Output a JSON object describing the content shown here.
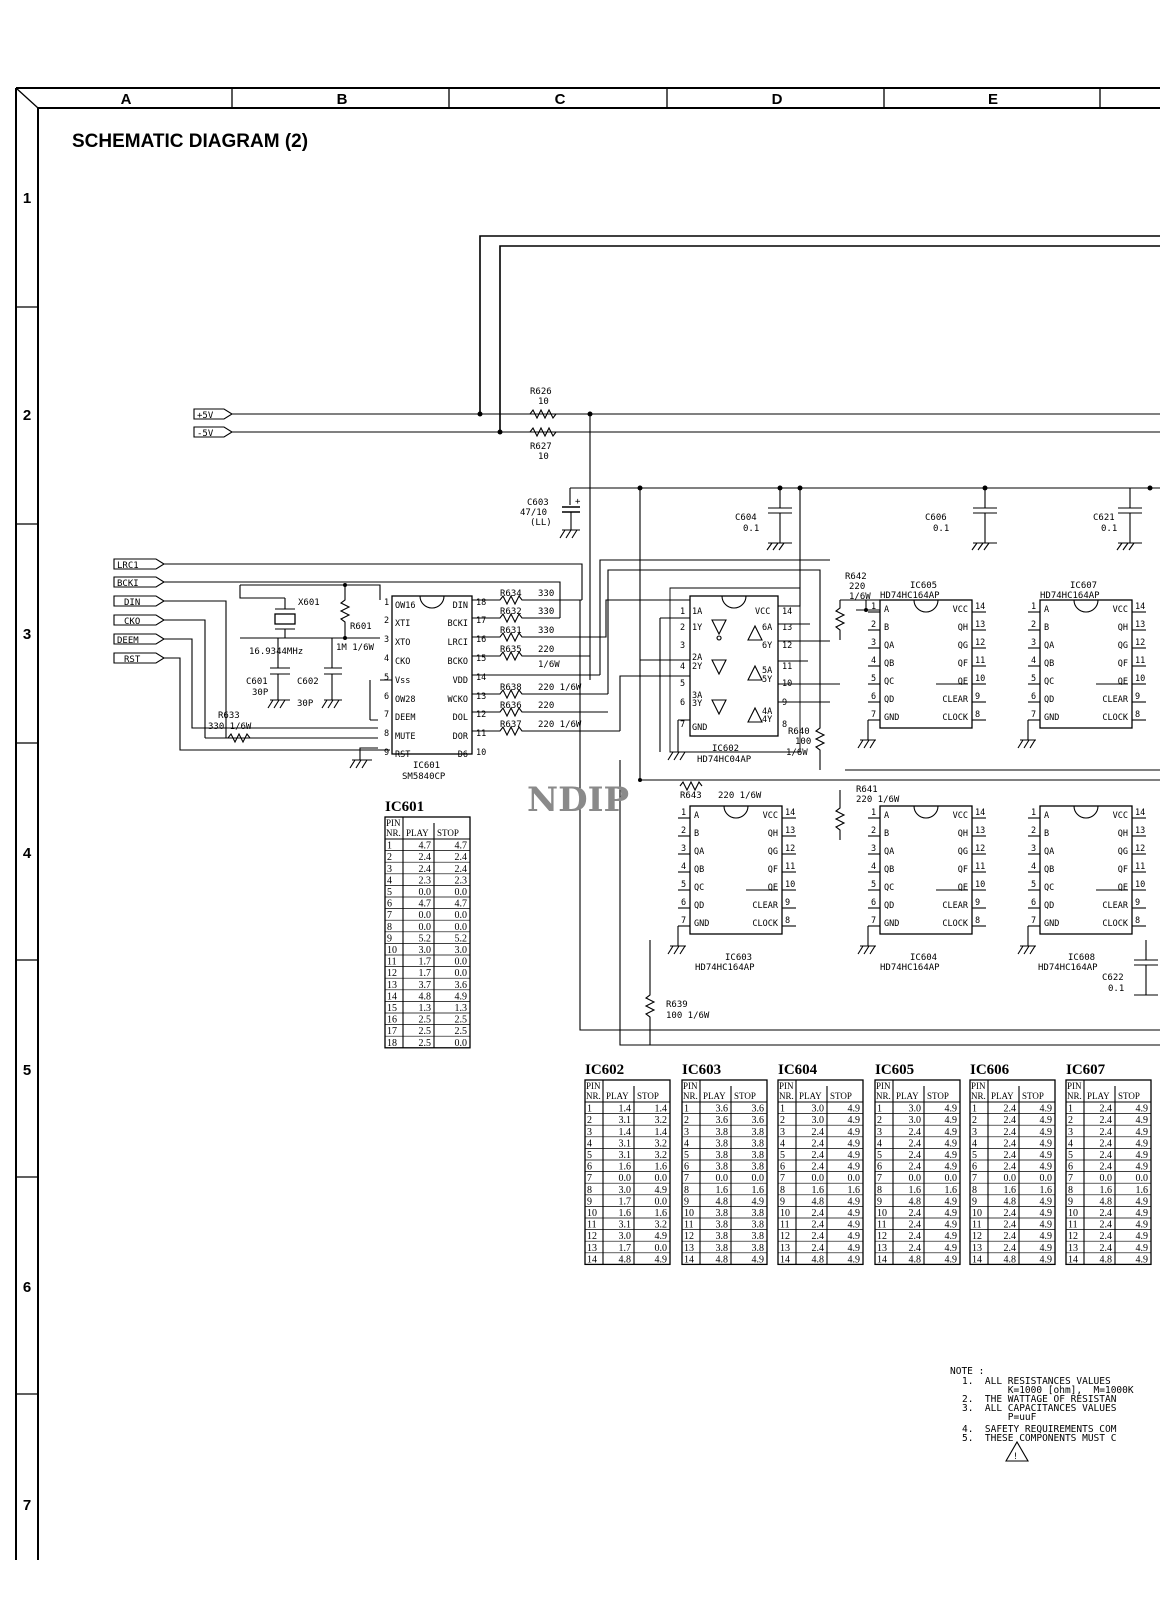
{
  "page": {
    "title": "SCHEMATIC DIAGRAM (2)",
    "watermark": "NDIP",
    "columns": [
      "A",
      "B",
      "C",
      "D",
      "E"
    ],
    "rows": [
      "1",
      "2",
      "3",
      "4",
      "5",
      "6",
      "7"
    ]
  },
  "power": {
    "p5v": "+5V",
    "m5v": "-5V"
  },
  "inputs": [
    "LRC1",
    "BCKI",
    "DIN",
    "CKO",
    "DEEM",
    "RST"
  ],
  "parts": {
    "r626": {
      "ref": "R626",
      "val": "10"
    },
    "r627": {
      "ref": "R627",
      "val": "10"
    },
    "c603": {
      "ref": "C603",
      "val": "47/10",
      "note": "(LL)"
    },
    "c604": {
      "ref": "C604",
      "val": "0.1"
    },
    "c606": {
      "ref": "C606",
      "val": "0.1"
    },
    "c621": {
      "ref": "C621",
      "val": "0.1"
    },
    "c622": {
      "ref": "C622",
      "val": "0.1"
    },
    "x601": {
      "ref": "X601",
      "freq": "16.9344MHz"
    },
    "r601": {
      "ref": "R601",
      "val": "1M 1/6W"
    },
    "c601": {
      "ref": "C601",
      "val": "30P"
    },
    "c602": {
      "ref": "C602",
      "val": "30P"
    },
    "r633": {
      "ref": "R633",
      "val": "330 1/6W"
    },
    "r634": {
      "ref": "R634",
      "val": "330"
    },
    "r632": {
      "ref": "R632",
      "val": "330"
    },
    "r631": {
      "ref": "R631",
      "val": "330"
    },
    "r635": {
      "ref": "R635",
      "val": "220",
      "watt": "1/6W"
    },
    "r638": {
      "ref": "R638",
      "val": "220 1/6W"
    },
    "r636": {
      "ref": "R636",
      "val": "220"
    },
    "r637": {
      "ref": "R637",
      "val": "220 1/6W"
    },
    "r642": {
      "ref": "R642",
      "val": "220",
      "watt": "1/6W"
    },
    "r640": {
      "ref": "R640",
      "val": "100",
      "watt": "1/6W"
    },
    "r643": {
      "ref": "R643",
      "val": "220 1/6W"
    },
    "r641": {
      "ref": "R641",
      "val": "220 1/6W"
    },
    "r639": {
      "ref": "R639",
      "val": "100 1/6W"
    }
  },
  "ics": {
    "ic601": {
      "ref": "IC601",
      "part": "SM5840CP",
      "left": [
        "OW16",
        "XTI",
        "XTO",
        "CKO",
        "Vss",
        "OW28",
        "DEEM",
        "MUTE",
        "RST"
      ],
      "right": [
        "DIN",
        "BCKI",
        "LRCI",
        "BCKO",
        "VDD",
        "WCKO",
        "DOL",
        "DOR",
        "D6"
      ]
    },
    "ic602": {
      "ref": "IC602",
      "part": "HD74HC04AP",
      "pins": [
        "1A",
        "1Y",
        "2A",
        "2Y",
        "3A",
        "3Y",
        "GND",
        "VCC",
        "6A",
        "6Y",
        "5A",
        "5Y",
        "4A",
        "4Y"
      ]
    },
    "ic603": {
      "ref": "IC603",
      "part": "HD74HC164AP"
    },
    "ic604": {
      "ref": "IC604",
      "part": "HD74HC164AP"
    },
    "ic605": {
      "ref": "IC605",
      "part": "HD74HC164AP"
    },
    "ic606": {
      "ref": "IC606",
      "part": "HD74HC164AP"
    },
    "ic607": {
      "ref": "IC607",
      "part": "HD74HC164AP"
    },
    "ic608": {
      "ref": "IC608",
      "part": "HD74HC164AP"
    },
    "sr_left": [
      "A",
      "B",
      "QA",
      "QB",
      "QC",
      "QD",
      "GND"
    ],
    "sr_right": [
      "VCC",
      "QH",
      "QG",
      "QF",
      "QE",
      "CLEAR",
      "CLOCK"
    ]
  },
  "voltage_tables": {
    "hdr": {
      "pin": "PIN",
      "nr": "NR.",
      "play": "PLAY",
      "stop": "STOP"
    },
    "ic601": {
      "title": "IC601",
      "rows": [
        [
          "1",
          "4.7",
          "4.7"
        ],
        [
          "2",
          "2.4",
          "2.4"
        ],
        [
          "3",
          "2.4",
          "2.4"
        ],
        [
          "4",
          "2.3",
          "2.3"
        ],
        [
          "5",
          "0.0",
          "0.0"
        ],
        [
          "6",
          "4.7",
          "4.7"
        ],
        [
          "7",
          "0.0",
          "0.0"
        ],
        [
          "8",
          "0.0",
          "0.0"
        ],
        [
          "9",
          "5.2",
          "5.2"
        ],
        [
          "10",
          "3.0",
          "3.0"
        ],
        [
          "11",
          "1.7",
          "0.0"
        ],
        [
          "12",
          "1.7",
          "0.0"
        ],
        [
          "13",
          "3.7",
          "3.6"
        ],
        [
          "14",
          "4.8",
          "4.9"
        ],
        [
          "15",
          "1.3",
          "1.3"
        ],
        [
          "16",
          "2.5",
          "2.5"
        ],
        [
          "17",
          "2.5",
          "2.5"
        ],
        [
          "18",
          "2.5",
          "0.0"
        ]
      ]
    },
    "ic602": {
      "title": "IC602",
      "rows": [
        [
          "1",
          "1.4",
          "1.4"
        ],
        [
          "2",
          "3.1",
          "3.2"
        ],
        [
          "3",
          "1.4",
          "1.4"
        ],
        [
          "4",
          "3.1",
          "3.2"
        ],
        [
          "5",
          "3.1",
          "3.2"
        ],
        [
          "6",
          "1.6",
          "1.6"
        ],
        [
          "7",
          "0.0",
          "0.0"
        ],
        [
          "8",
          "3.0",
          "4.9"
        ],
        [
          "9",
          "1.7",
          "0.0"
        ],
        [
          "10",
          "1.6",
          "1.6"
        ],
        [
          "11",
          "3.1",
          "3.2"
        ],
        [
          "12",
          "3.0",
          "4.9"
        ],
        [
          "13",
          "1.7",
          "0.0"
        ],
        [
          "14",
          "4.8",
          "4.9"
        ]
      ]
    },
    "ic603": {
      "title": "IC603",
      "rows": [
        [
          "1",
          "3.6",
          "3.6"
        ],
        [
          "2",
          "3.6",
          "3.6"
        ],
        [
          "3",
          "3.8",
          "3.8"
        ],
        [
          "4",
          "3.8",
          "3.8"
        ],
        [
          "5",
          "3.8",
          "3.8"
        ],
        [
          "6",
          "3.8",
          "3.8"
        ],
        [
          "7",
          "0.0",
          "0.0"
        ],
        [
          "8",
          "1.6",
          "1.6"
        ],
        [
          "9",
          "4.8",
          "4.9"
        ],
        [
          "10",
          "3.8",
          "3.8"
        ],
        [
          "11",
          "3.8",
          "3.8"
        ],
        [
          "12",
          "3.8",
          "3.8"
        ],
        [
          "13",
          "3.8",
          "3.8"
        ],
        [
          "14",
          "4.8",
          "4.9"
        ]
      ]
    },
    "ic604": {
      "title": "IC604",
      "rows": [
        [
          "1",
          "3.0",
          "4.9"
        ],
        [
          "2",
          "3.0",
          "4.9"
        ],
        [
          "3",
          "2.4",
          "4.9"
        ],
        [
          "4",
          "2.4",
          "4.9"
        ],
        [
          "5",
          "2.4",
          "4.9"
        ],
        [
          "6",
          "2.4",
          "4.9"
        ],
        [
          "7",
          "0.0",
          "0.0"
        ],
        [
          "8",
          "1.6",
          "1.6"
        ],
        [
          "9",
          "4.8",
          "4.9"
        ],
        [
          "10",
          "2.4",
          "4.9"
        ],
        [
          "11",
          "2.4",
          "4.9"
        ],
        [
          "12",
          "2.4",
          "4.9"
        ],
        [
          "13",
          "2.4",
          "4.9"
        ],
        [
          "14",
          "4.8",
          "4.9"
        ]
      ]
    },
    "ic605": {
      "title": "IC605",
      "rows": [
        [
          "1",
          "3.0",
          "4.9"
        ],
        [
          "2",
          "3.0",
          "4.9"
        ],
        [
          "3",
          "2.4",
          "4.9"
        ],
        [
          "4",
          "2.4",
          "4.9"
        ],
        [
          "5",
          "2.4",
          "4.9"
        ],
        [
          "6",
          "2.4",
          "4.9"
        ],
        [
          "7",
          "0.0",
          "0.0"
        ],
        [
          "8",
          "1.6",
          "1.6"
        ],
        [
          "9",
          "4.8",
          "4.9"
        ],
        [
          "10",
          "2.4",
          "4.9"
        ],
        [
          "11",
          "2.4",
          "4.9"
        ],
        [
          "12",
          "2.4",
          "4.9"
        ],
        [
          "13",
          "2.4",
          "4.9"
        ],
        [
          "14",
          "4.8",
          "4.9"
        ]
      ]
    },
    "ic606": {
      "title": "IC606",
      "rows": [
        [
          "1",
          "2.4",
          "4.9"
        ],
        [
          "2",
          "2.4",
          "4.9"
        ],
        [
          "3",
          "2.4",
          "4.9"
        ],
        [
          "4",
          "2.4",
          "4.9"
        ],
        [
          "5",
          "2.4",
          "4.9"
        ],
        [
          "6",
          "2.4",
          "4.9"
        ],
        [
          "7",
          "0.0",
          "0.0"
        ],
        [
          "8",
          "1.6",
          "1.6"
        ],
        [
          "9",
          "4.8",
          "4.9"
        ],
        [
          "10",
          "2.4",
          "4.9"
        ],
        [
          "11",
          "2.4",
          "4.9"
        ],
        [
          "12",
          "2.4",
          "4.9"
        ],
        [
          "13",
          "2.4",
          "4.9"
        ],
        [
          "14",
          "4.8",
          "4.9"
        ]
      ]
    },
    "ic607": {
      "title": "IC607",
      "rows": [
        [
          "1",
          "2.4",
          "4.9"
        ],
        [
          "2",
          "2.4",
          "4.9"
        ],
        [
          "3",
          "2.4",
          "4.9"
        ],
        [
          "4",
          "2.4",
          "4.9"
        ],
        [
          "5",
          "2.4",
          "4.9"
        ],
        [
          "6",
          "2.4",
          "4.9"
        ],
        [
          "7",
          "0.0",
          "0.0"
        ],
        [
          "8",
          "1.6",
          "1.6"
        ],
        [
          "9",
          "4.8",
          "4.9"
        ],
        [
          "10",
          "2.4",
          "4.9"
        ],
        [
          "11",
          "2.4",
          "4.9"
        ],
        [
          "12",
          "2.4",
          "4.9"
        ],
        [
          "13",
          "2.4",
          "4.9"
        ],
        [
          "14",
          "4.8",
          "4.9"
        ]
      ]
    }
  },
  "notes": {
    "head": "NOTE :",
    "lines": [
      "1.  ALL RESISTANCES VALUES",
      "        K=1000 [ohm],  M=1000K",
      "2.  THE WATTAGE OF RESISTAN",
      "3.  ALL CAPACITANCES VALUES",
      "        P=uuF",
      "4.  SAFETY REQUIREMENTS COM",
      "5.  THESE COMPONENTS MUST C"
    ]
  }
}
